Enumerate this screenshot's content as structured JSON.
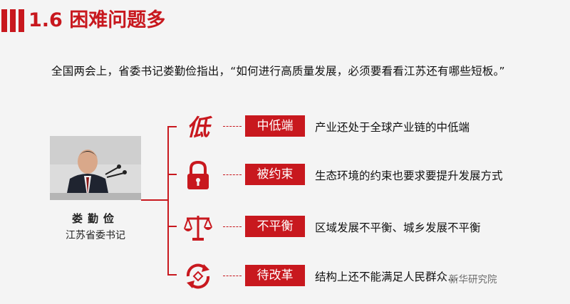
{
  "slide": {
    "section_title": "1.6 困难问题多",
    "quote": "全国两会上，省委书记娄勤俭指出，“如何进行高质量发展，必须要看看江苏还有哪些短板。”"
  },
  "person": {
    "name": "娄勤俭",
    "title": "江苏省委书记"
  },
  "items": [
    {
      "icon": "low-glyph-icon",
      "glyph": "低",
      "tag": "中低端",
      "desc": "产业还处于全球产业链的中低端"
    },
    {
      "icon": "lock-icon",
      "tag": "被约束",
      "desc": "生态环境的约束也要求要提升发展方式"
    },
    {
      "icon": "scale-icon",
      "tag": "不平衡",
      "desc": "区域发展不平衡、城乡发展不平衡"
    },
    {
      "icon": "recycle-arrows-icon",
      "tag": "待改革",
      "desc": "结构上还不能满足人民群众..."
    }
  ],
  "watermark": "新华研究院",
  "colors": {
    "accent": "#c8181e",
    "background": "#f4f4f4"
  }
}
